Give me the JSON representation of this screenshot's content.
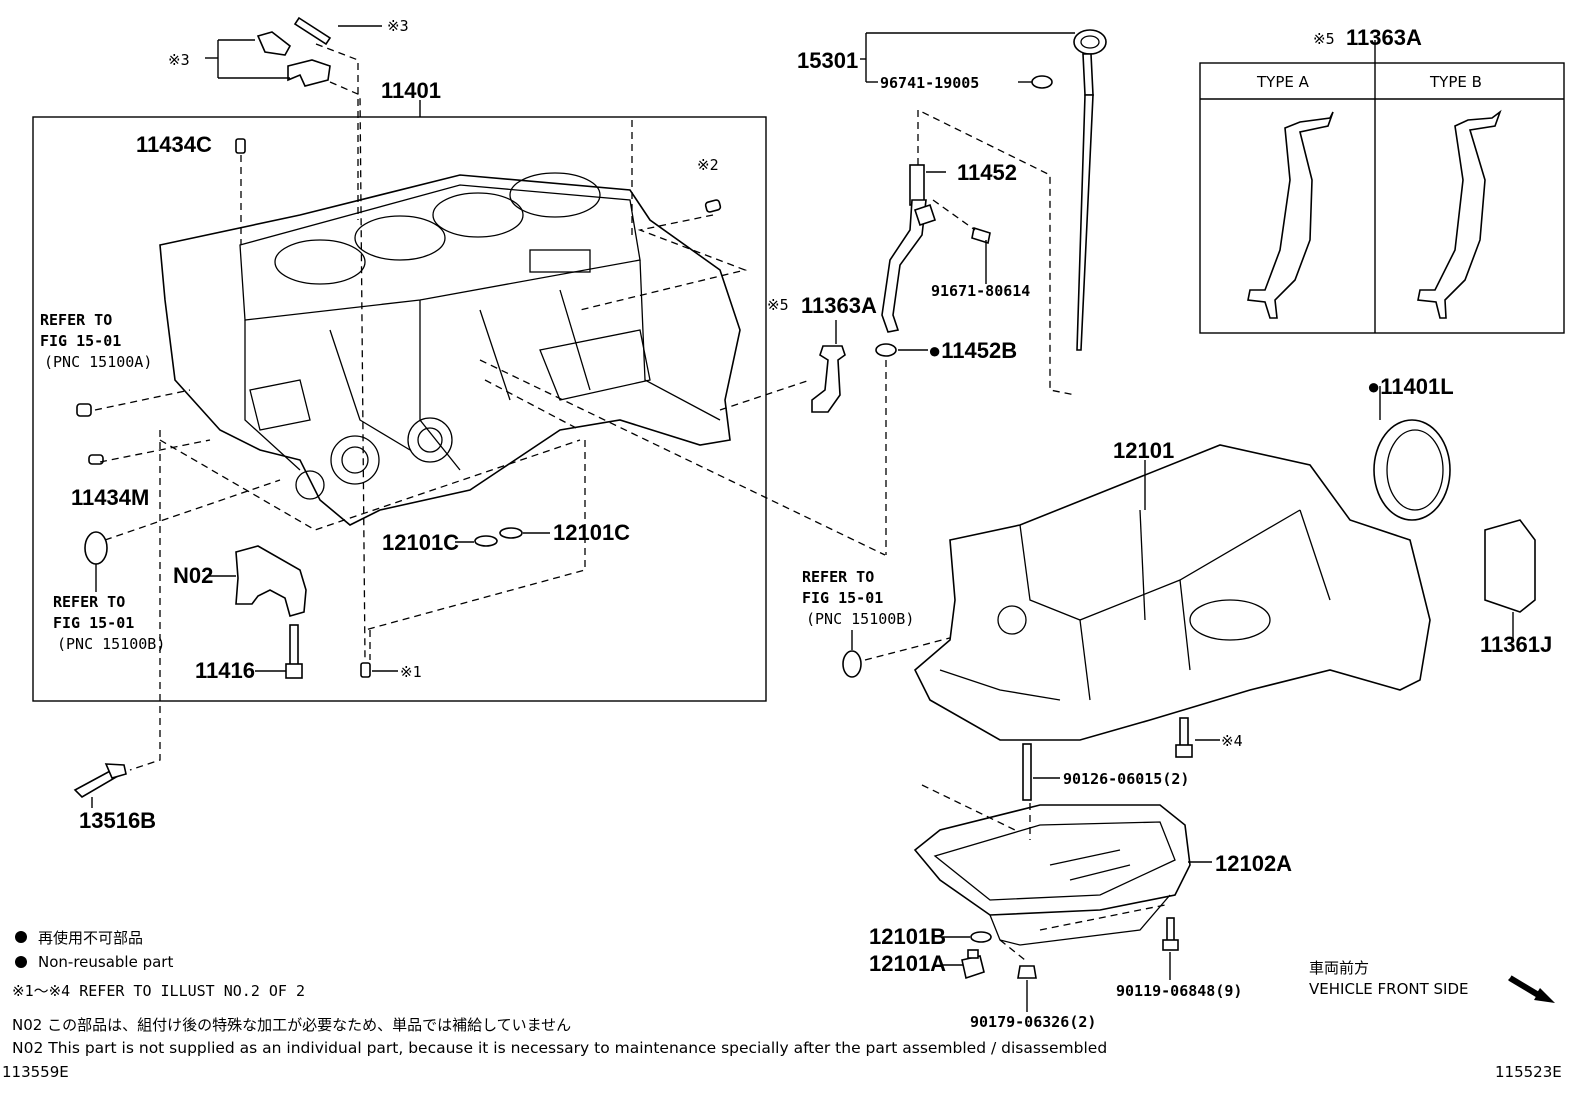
{
  "labels": {
    "p11401": "11401",
    "p11434C": "11434C",
    "p11434M": "11434M",
    "note2": "※2",
    "note3a": "※3",
    "note3b": "※3",
    "refer_a_1": "REFER TO",
    "refer_a_2": "FIG 15-01",
    "refer_a_3": "(PNC 15100A)",
    "refer_b_1": "REFER TO",
    "refer_b_2": "FIG 15-01",
    "refer_b_3": "(PNC 15100B)",
    "refer_c_1": "REFER TO",
    "refer_c_2": "FIG 15-01",
    "refer_c_3": "(PNC 15100B)",
    "pN02": "N02",
    "p11416": "11416",
    "note1": "※1",
    "p12101C_a": "12101C",
    "p12101C_b": "12101C",
    "p13516B": "13516B",
    "p15301": "15301",
    "p96741": "96741-19005",
    "p11452": "11452",
    "p91671": "91671-80614",
    "note5a": "※5",
    "p11363A_a": "11363A",
    "p11452B": "●11452B",
    "note5b": "※5",
    "p11363A_b": "11363A",
    "typeA": "TYPE A",
    "typeB": "TYPE B",
    "p11401L": "●11401L",
    "p12101": "12101",
    "p11361J": "11361J",
    "note4": "※4",
    "p90126": "90126-06015(2)",
    "p12102A": "12102A",
    "p12101B": "12101B",
    "p12101A": "12101A",
    "p90119": "90119-06848(9)",
    "p90179": "90179-06326(2)",
    "front_jp": "車両前方",
    "front_en": "VEHICLE FRONT SIDE"
  },
  "legend": {
    "nonreusable_jp": "再使用不可部品",
    "nonreusable_en": "Non-reusable part",
    "refer_note": "※1～※4 REFER TO ILLUST NO.2 OF 2",
    "n02_jp": "N02 この部品は、組付け後の特殊な加工が必要なため、単品では補給していません",
    "n02_en": "N02 This part is not supplied as an individual part, because it is necessary to maintenance specially after the part assembled / disassembled"
  },
  "footer": {
    "left_code": "113559E",
    "right_code": "115523E"
  }
}
